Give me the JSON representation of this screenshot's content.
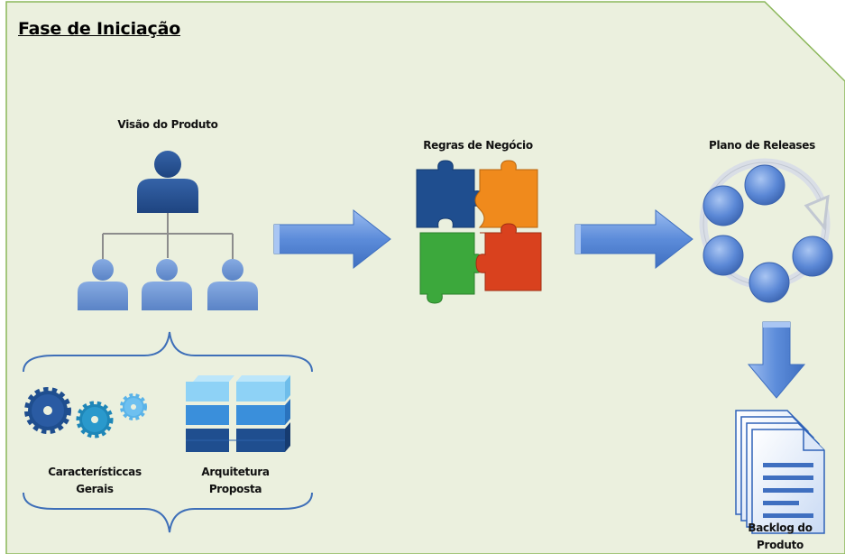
{
  "title": "Fase de Iniciação",
  "labels": {
    "product_vision": "Visão do Produto",
    "business_rules": "Regras de Negócio",
    "release_plan": "Plano de Releases",
    "general_features_line1": "Característiccas",
    "general_features_line2": "Gerais",
    "architecture_line1": "Arquitetura",
    "architecture_line2": "Proposta",
    "backlog_line1": "Backlog do",
    "backlog_line2": "Produto"
  },
  "icons": [
    "person-icon",
    "group-icon",
    "gears-icon",
    "blocks-icon",
    "puzzle-icon",
    "cycle-icon",
    "document-stack-icon",
    "arrow-right-icon",
    "arrow-down-icon",
    "brace-icon"
  ],
  "colors": {
    "panel_fill": "#EBF0DE",
    "panel_border": "#8BB75A",
    "person_dark": "#2A5392",
    "person_light": "#6F97D3",
    "arrow": "#5A8AD8",
    "puzzle_blue": "#1F4E8F",
    "puzzle_orange": "#F08A1C",
    "puzzle_green": "#3CA83C",
    "puzzle_red": "#D9411E",
    "cycle_node": "#4F7FD0"
  }
}
